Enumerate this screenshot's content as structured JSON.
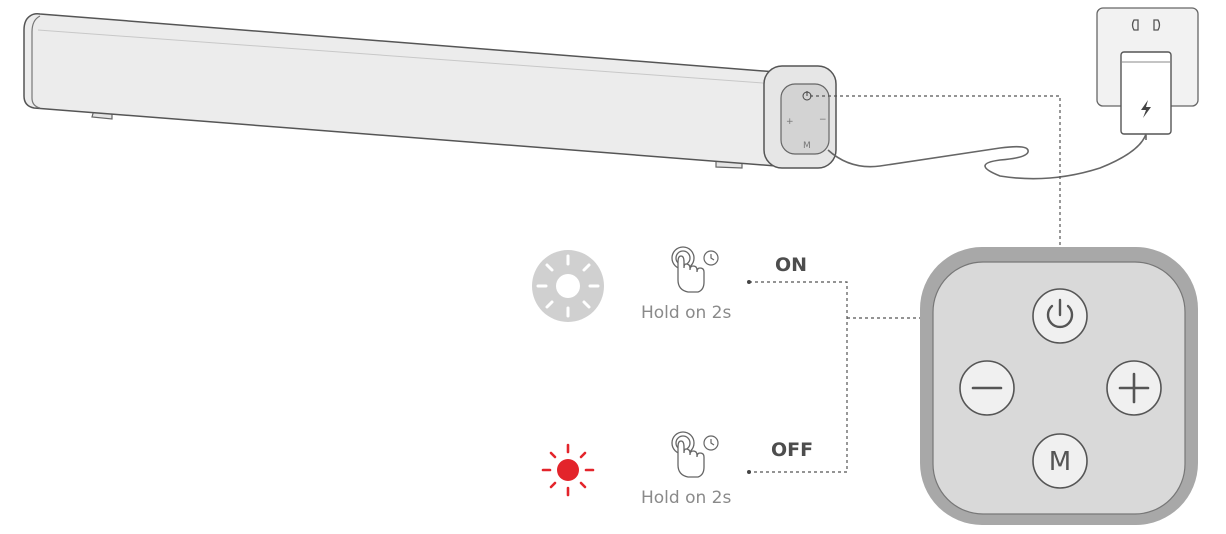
{
  "instructions": [
    {
      "state": "ON",
      "hold_text": "Hold on 2s",
      "indicator": "light-off-icon",
      "indicator_color": "#d0d0d0"
    },
    {
      "state": "OFF",
      "hold_text": "Hold on 2s",
      "indicator": "light-red-icon",
      "indicator_color": "#e3242b"
    }
  ],
  "remote_panel": {
    "buttons": [
      {
        "name": "power",
        "icon": "power-icon"
      },
      {
        "name": "volume-down",
        "icon": "minus-icon"
      },
      {
        "name": "volume-up",
        "icon": "plus-icon"
      },
      {
        "name": "mode",
        "label": "M"
      }
    ]
  },
  "soundbar_panel": {
    "labels": [
      "+",
      "−",
      "M"
    ]
  },
  "wall_socket": {
    "icon": "socket-icon",
    "adapter_icon": "lightning-icon"
  },
  "colors": {
    "outline": "#555555",
    "body": "#eeeeee",
    "panel_outer": "#a8a8a8",
    "panel_inner": "#d9d9d9",
    "button": "#f0f0f0",
    "accent_red": "#e3242b",
    "light_gray": "#d0d0d0"
  }
}
